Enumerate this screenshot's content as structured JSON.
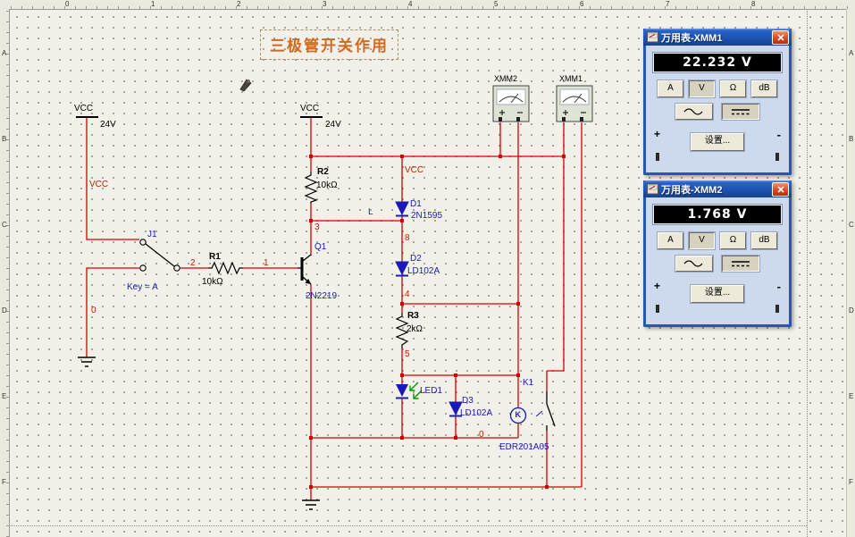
{
  "title": "三极管开关作用",
  "rulers": {
    "top": [
      "0",
      "1",
      "2",
      "3",
      "4",
      "5",
      "6",
      "7",
      "8"
    ],
    "left": [
      "A",
      "B",
      "C",
      "D",
      "E",
      "F"
    ],
    "right": [
      "A",
      "B",
      "C",
      "D",
      "E",
      "F"
    ]
  },
  "circuit": {
    "power1": {
      "label": "VCC",
      "value": "24V"
    },
    "power2": {
      "label": "VCC",
      "value": "24V"
    },
    "r1": {
      "ref": "R1",
      "value": "10kΩ"
    },
    "r2": {
      "ref": "R2",
      "value": "10kΩ"
    },
    "r3": {
      "ref": "R3",
      "value": "2kΩ"
    },
    "q1": {
      "ref": "Q1",
      "model": "2N2219"
    },
    "j1": {
      "ref": "J1",
      "key": "Key = A"
    },
    "d1": {
      "ref": "D1",
      "model": "2N1595"
    },
    "d2": {
      "ref": "D2",
      "model": "LD102A"
    },
    "d3": {
      "ref": "D3",
      "model": "LD102A"
    },
    "led1": {
      "ref": "LED1"
    },
    "k1": {
      "ref": "K1",
      "model": "EDR201A05",
      "coil_label": "K"
    },
    "nets": {
      "vcc_left": "VCC",
      "vcc_mid": "VCC",
      "n0_left": "0",
      "n0_right": "0",
      "n1": "1",
      "n2": "2",
      "n3": "3",
      "n4": "4",
      "n5": "5",
      "n8": "8",
      "l": "L"
    },
    "instruments": {
      "xmm1": "XMM1",
      "xmm2": "XMM2"
    }
  },
  "meters": [
    {
      "title": "万用表-XMM1",
      "reading": "22.232 V",
      "mode_buttons": [
        "A",
        "V",
        "Ω",
        "dB"
      ],
      "active_mode": "V",
      "active_signal": "DC",
      "settings_label": "设置...",
      "plus": "+",
      "minus": "-"
    },
    {
      "title": "万用表-XMM2",
      "reading": "1.768 V",
      "mode_buttons": [
        "A",
        "V",
        "Ω",
        "dB"
      ],
      "active_mode": "V",
      "active_signal": "DC",
      "settings_label": "设置...",
      "plus": "+",
      "minus": "-"
    }
  ],
  "colors": {
    "wire": "#d40000",
    "component_label": "#1a1ab8",
    "net_label": "#c22000",
    "title_text": "#d2691e",
    "titlebar_blue": "#1f53b4",
    "canvas": "#f1f0e9",
    "lcd_bg": "#000000",
    "lcd_text": "#ffffff",
    "led_arrow": "#009900"
  }
}
